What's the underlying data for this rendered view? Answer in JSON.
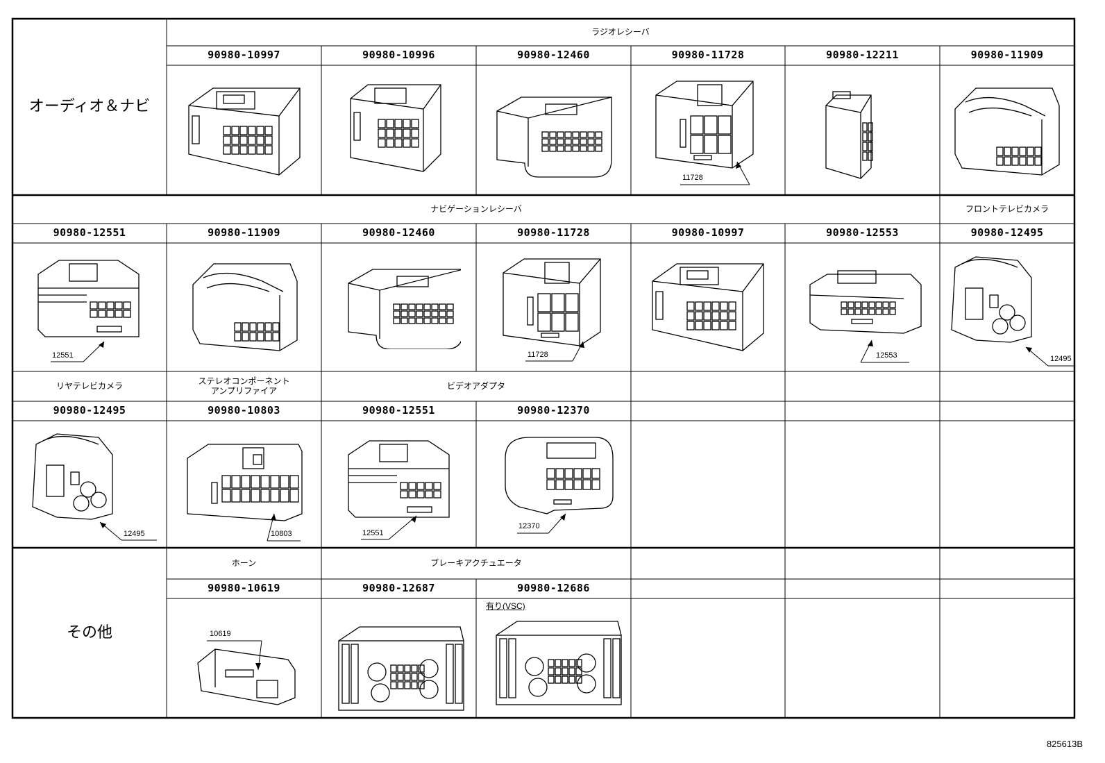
{
  "sections": {
    "audio_nav": "オーディオ＆ナビ",
    "other": "その他"
  },
  "headers": {
    "radio_receiver": "ラジオレシーバ",
    "nav_receiver": "ナビゲーションレシーバ",
    "front_tv_camera": "フロントテレビカメラ",
    "rear_tv_camera": "リヤテレビカメラ",
    "stereo_amp_line1": "ステレオコンポーネント",
    "stereo_amp_line2": "アンプリファイア",
    "video_adapter": "ビデオアダプタ",
    "horn": "ホーン",
    "brake_actuator": "ブレーキアクチュエータ"
  },
  "rows": {
    "r1": [
      "90980-10997",
      "90980-10996",
      "90980-12460",
      "90980-11728",
      "90980-12211",
      "90980-11909"
    ],
    "r2": [
      "90980-12551",
      "90980-11909",
      "90980-12460",
      "90980-11728",
      "90980-10997",
      "90980-12553",
      "90980-12495"
    ],
    "r3": [
      "90980-12495",
      "90980-10803",
      "90980-12551",
      "90980-12370"
    ],
    "r4": [
      "90980-10619",
      "90980-12687",
      "90980-12686"
    ]
  },
  "callouts": {
    "c_11728_a": "11728",
    "c_12551_a": "12551",
    "c_11728_b": "11728",
    "c_12553": "12553",
    "c_12495_a": "12495",
    "c_12495_b": "12495",
    "c_10803": "10803",
    "c_12551_b": "12551",
    "c_12370": "12370",
    "c_10619": "10619"
  },
  "vsc_note": "有り(VSC)",
  "doc_id": "825613B",
  "icons": {
    "r1": [
      "connector-large-box-icon",
      "connector-compact-box-icon",
      "connector-curved-receptacle-icon",
      "connector-latch-grid-icon",
      "connector-narrow-icon",
      "connector-side-latch-icon"
    ],
    "r2": [
      "connector-slim-latch-icon",
      "connector-side-latch-icon",
      "connector-curved-receptacle-icon",
      "connector-latch-grid-icon",
      "connector-large-box-icon",
      "connector-wide-flat-icon",
      "connector-coax-icon"
    ],
    "r3": [
      "connector-coax-icon",
      "connector-wide-box-icon",
      "connector-slim-latch-icon",
      "connector-rounded-receptacle-icon"
    ],
    "r4": [
      "connector-horn-icon",
      "connector-actuator-block-icon",
      "connector-actuator-block-icon"
    ]
  }
}
